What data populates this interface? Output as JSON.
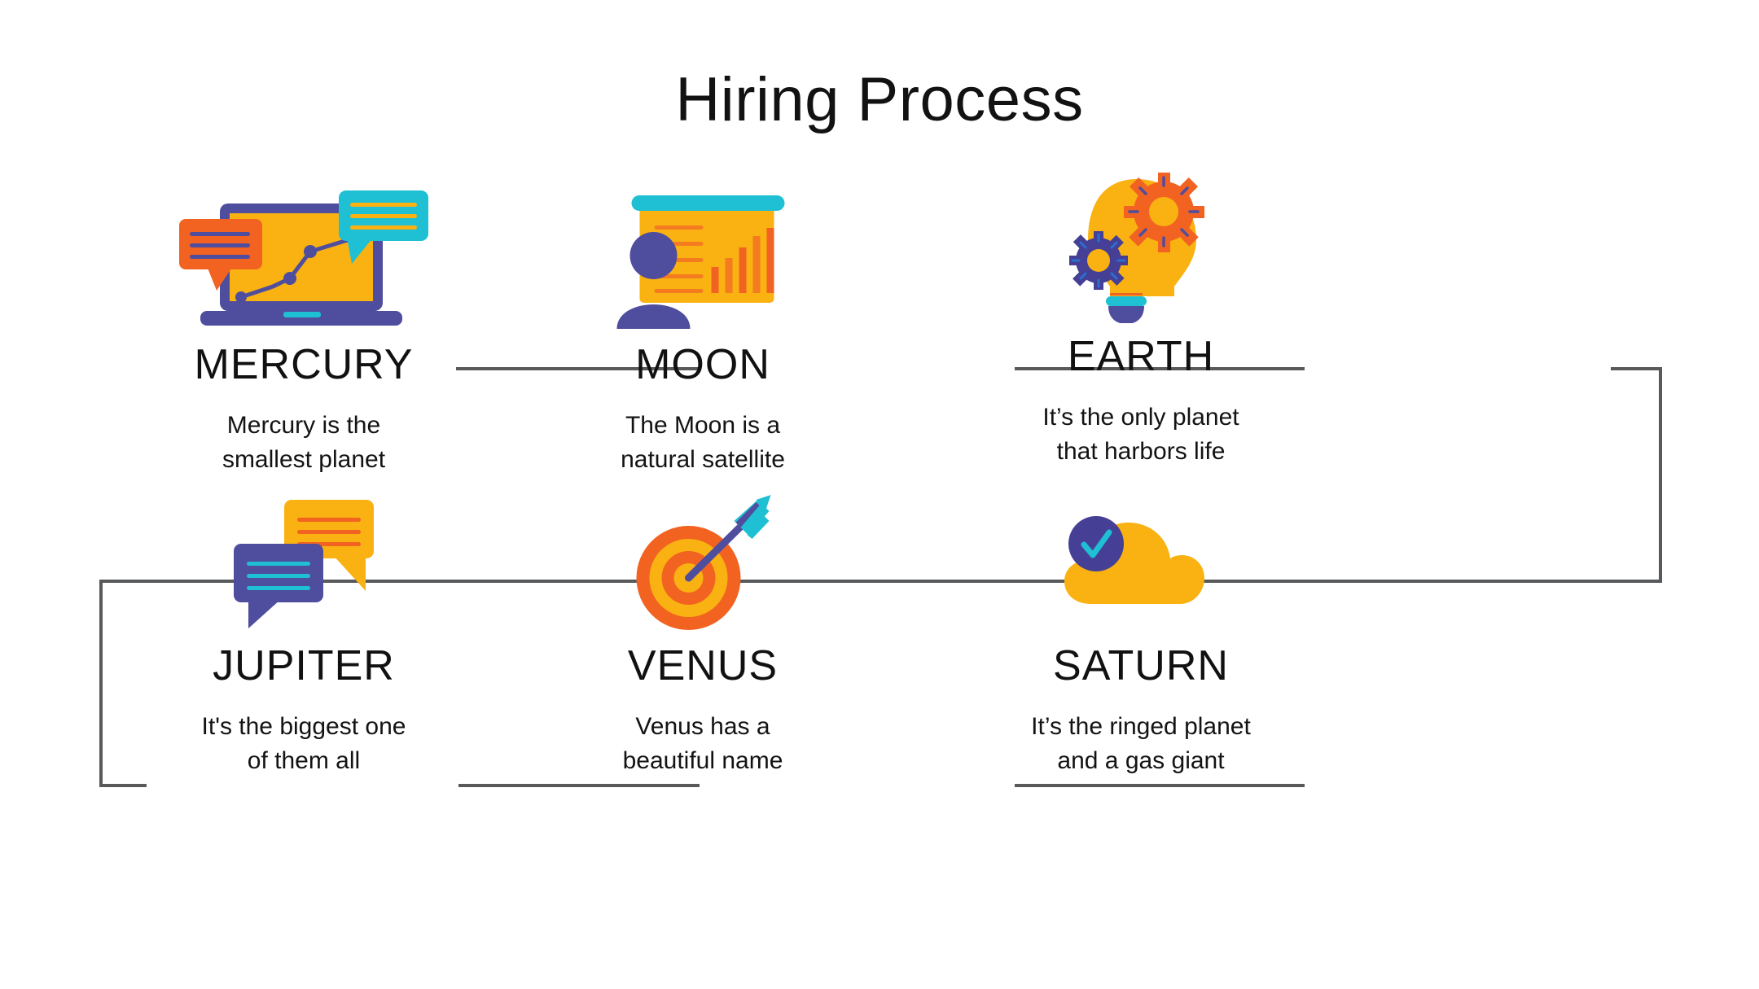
{
  "slide": {
    "title": "Hiring Process",
    "background_color": "#ffffff",
    "connector_color": "#58595b",
    "text_color": "#111111"
  },
  "palette": {
    "yellow": "#f9b212",
    "yellow_light": "#fcc12a",
    "orange": "#f26322",
    "orange_light": "#f47b20",
    "purple": "#4f4d9e",
    "purple_dark": "#453f96",
    "cyan": "#1fbfd4",
    "blue": "#2a6fd0"
  },
  "steps": [
    {
      "id": "mercury",
      "icon": "laptop-chat-chart-icon",
      "title": "MERCURY",
      "desc": "Mercury is the\nsmallest planet"
    },
    {
      "id": "moon",
      "icon": "presentation-person-icon",
      "title": "MOON",
      "desc": "The Moon is a\nnatural satellite"
    },
    {
      "id": "earth",
      "icon": "lightbulb-gears-icon",
      "title": "EARTH",
      "desc": "It’s the only planet\nthat harbors life"
    },
    {
      "id": "jupiter",
      "icon": "speech-bubbles-icon",
      "title": "JUPITER",
      "desc": "It's the biggest one\nof them all"
    },
    {
      "id": "venus",
      "icon": "target-arrow-icon",
      "title": "VENUS",
      "desc": "Venus has a\nbeautiful name"
    },
    {
      "id": "saturn",
      "icon": "cloud-check-icon",
      "title": "SATURN",
      "desc": "It’s the ringed planet\nand a gas giant"
    }
  ]
}
